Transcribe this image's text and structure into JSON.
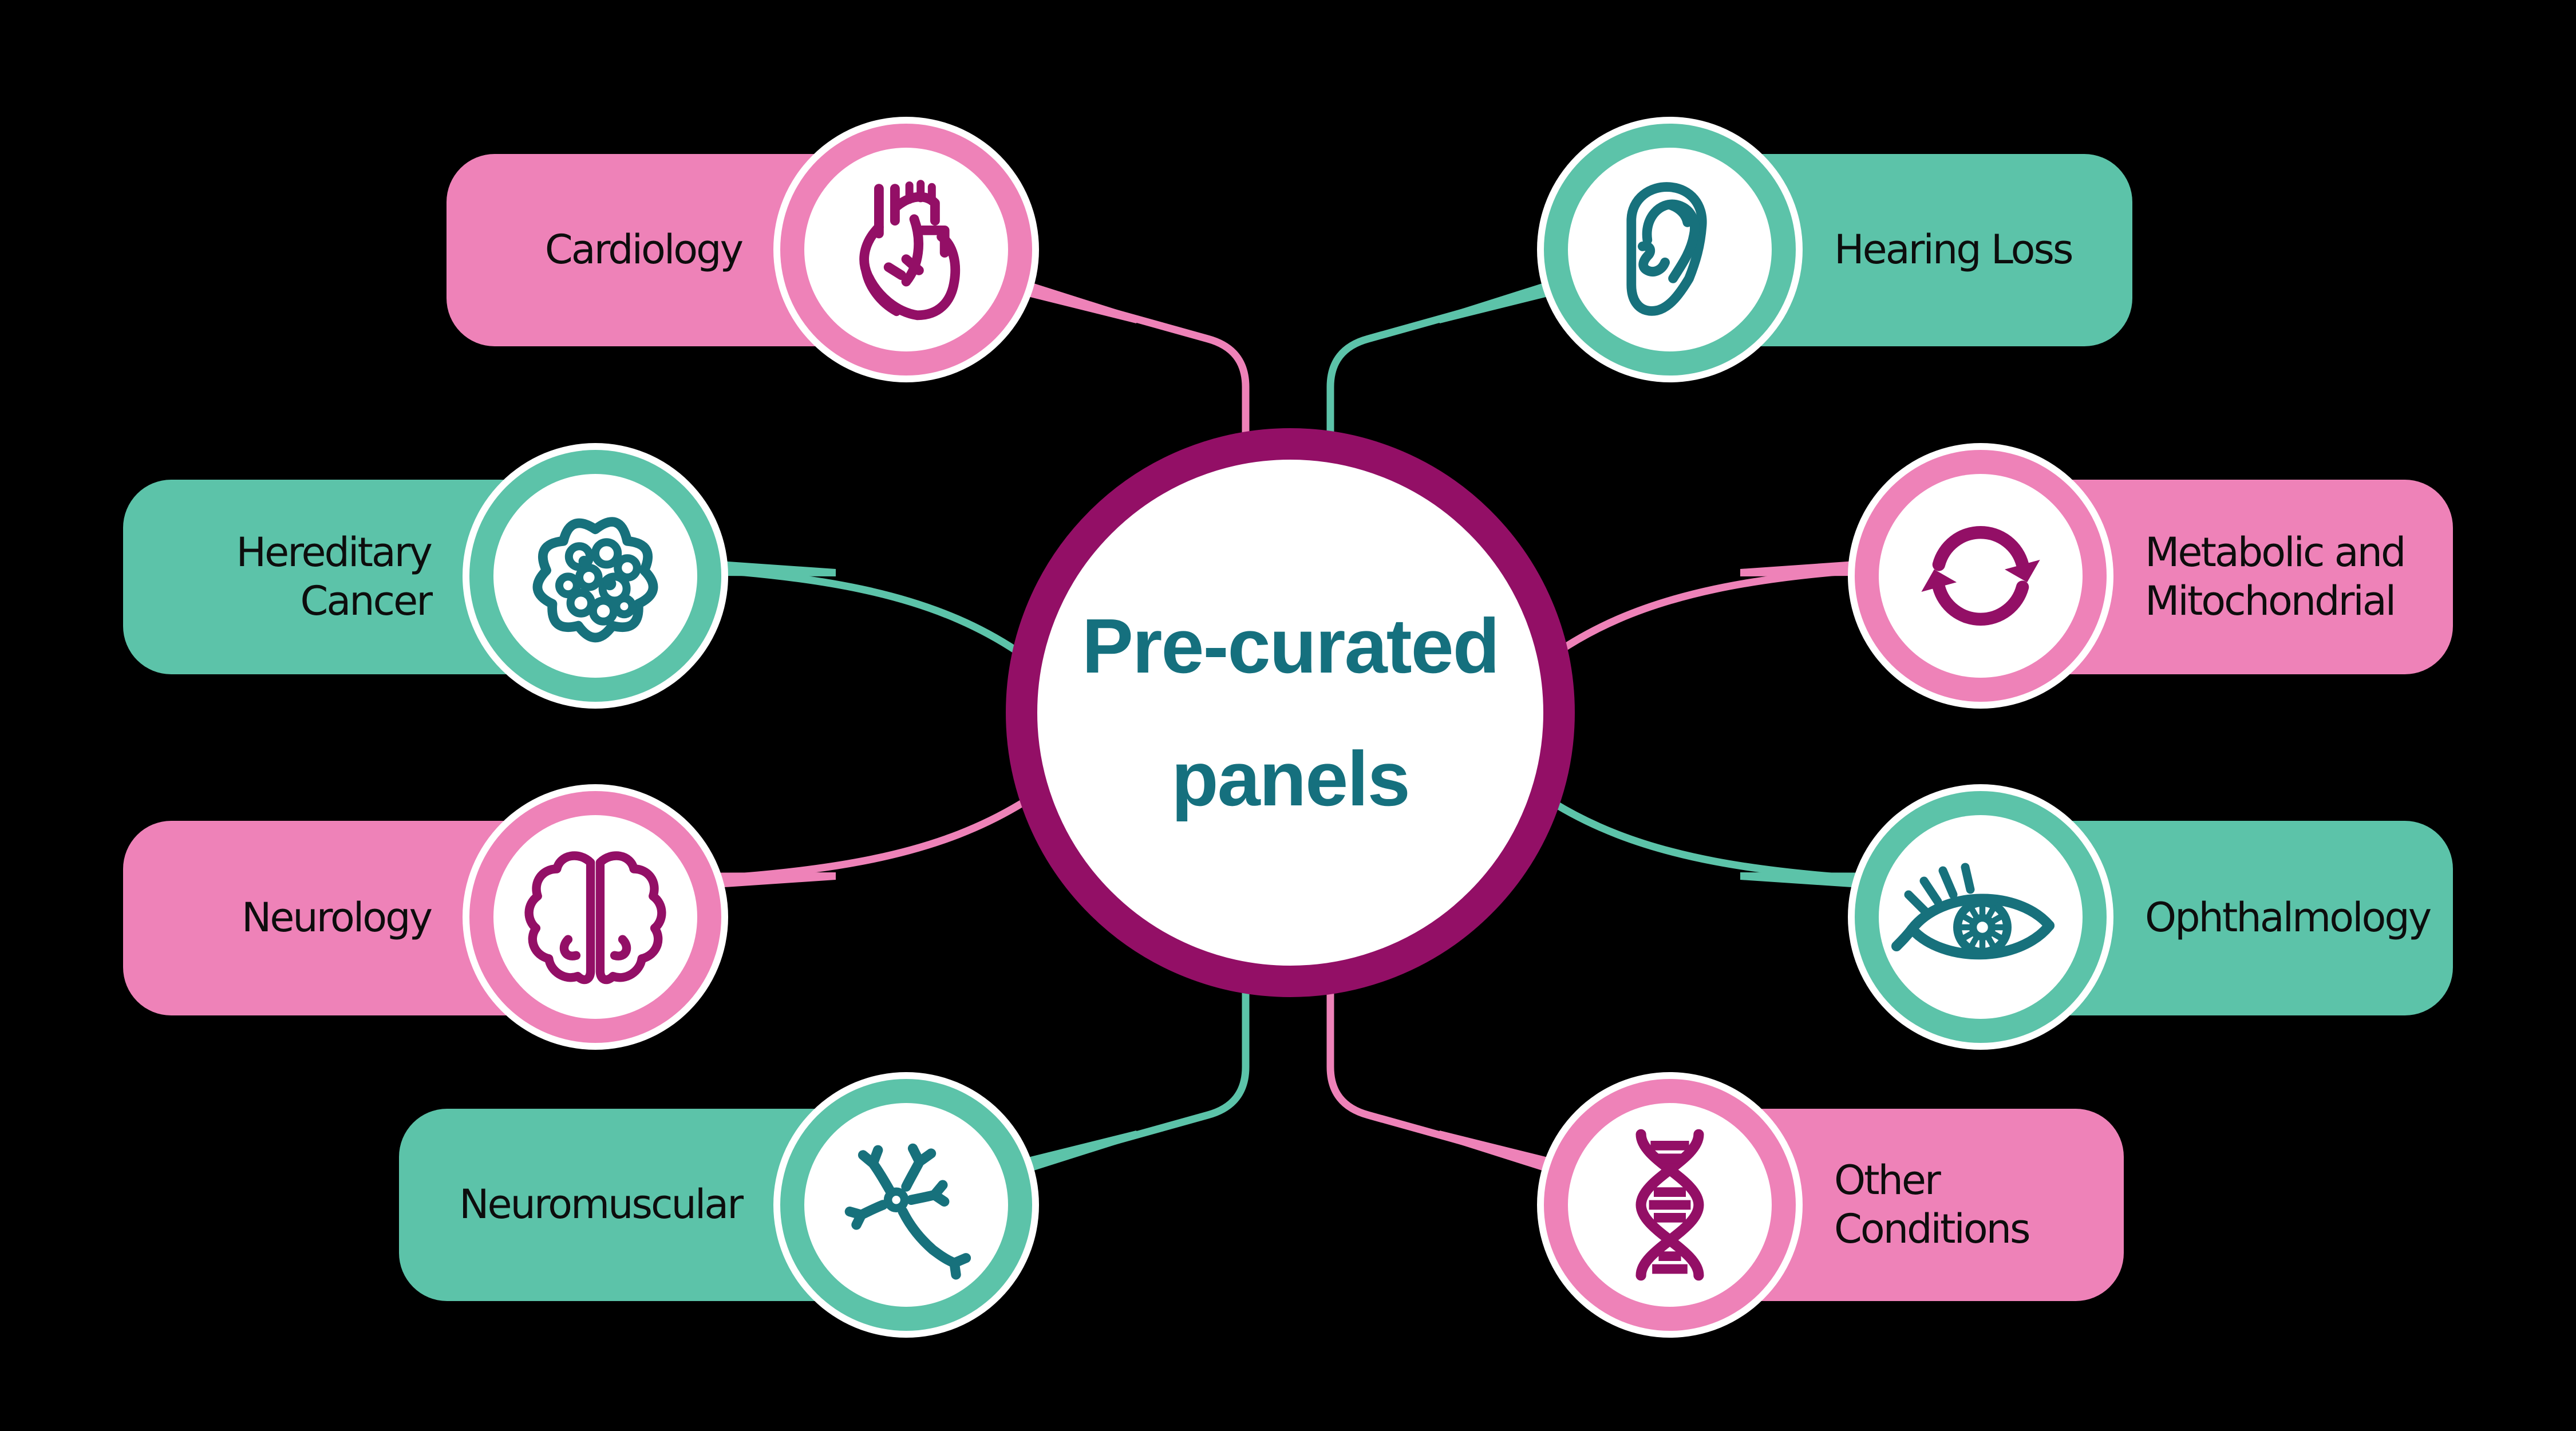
{
  "background": "#000000",
  "colors": {
    "background": "#000000",
    "pink": "#EE82B8",
    "teal": "#5CC3A9",
    "magenta": "#930F66",
    "icon_teal": "#17717C",
    "center_text": "#15707E",
    "label_text": "#0D0D0D",
    "white": "#FFFFFF"
  },
  "center": {
    "lines": [
      "Pre-curated",
      "panels"
    ]
  },
  "panels": [
    {
      "name": "cardiology",
      "lines": [
        "Cardiology"
      ],
      "color": "pink",
      "icon": "heart-icon",
      "side": "left"
    },
    {
      "name": "hearing-loss",
      "lines": [
        "Hearing Loss"
      ],
      "color": "teal",
      "icon": "ear-icon",
      "side": "right"
    },
    {
      "name": "hereditary-cancer",
      "lines": [
        "Hereditary",
        "Cancer"
      ],
      "color": "teal",
      "icon": "cancer-cells-icon",
      "side": "left"
    },
    {
      "name": "metabolic-mitochondrial",
      "lines": [
        "Metabolic and",
        "Mitochondrial"
      ],
      "color": "pink",
      "icon": "cycle-arrows-icon",
      "side": "right"
    },
    {
      "name": "neurology",
      "lines": [
        "Neurology"
      ],
      "color": "pink",
      "icon": "brain-icon",
      "side": "left"
    },
    {
      "name": "ophthalmology",
      "lines": [
        "Ophthalmology"
      ],
      "color": "teal",
      "icon": "eye-icon",
      "side": "right"
    },
    {
      "name": "neuromuscular",
      "lines": [
        "Neuromuscular"
      ],
      "color": "teal",
      "icon": "neuron-icon",
      "side": "left"
    },
    {
      "name": "other-conditions",
      "lines": [
        "Other",
        "Conditions"
      ],
      "color": "pink",
      "icon": "dna-icon",
      "side": "right"
    }
  ]
}
